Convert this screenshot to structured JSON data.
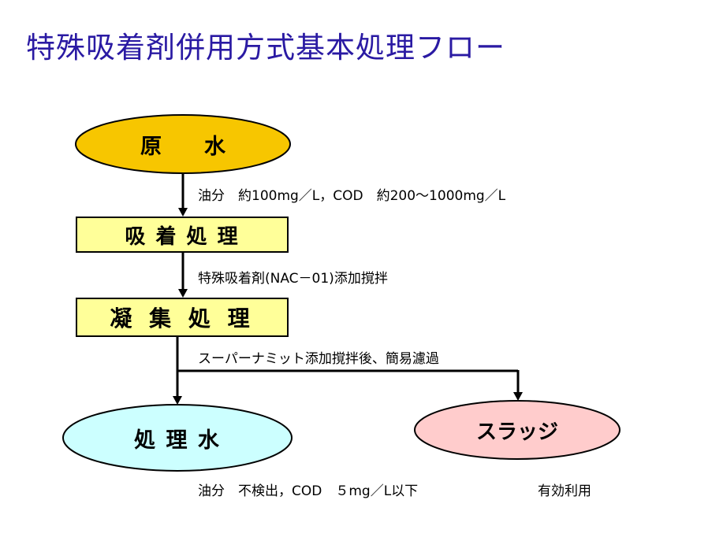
{
  "title": "特殊吸着剤併用方式基本処理フロー",
  "nodes": {
    "raw_water": {
      "label": "原　　水",
      "fill": "#f7c600"
    },
    "adsorption": {
      "label": "吸 着 処 理",
      "fill": "#ffff99"
    },
    "coagulation": {
      "label": "凝 集 処 理",
      "fill": "#ffff99"
    },
    "treated_water": {
      "label": "処 理 水",
      "fill": "#ccffff"
    },
    "sludge": {
      "label": "スラッジ",
      "fill": "#ffcccc"
    }
  },
  "edges": {
    "raw_to_adsorption": "油分　約100mg／L，COD　約200～1000mg／L",
    "adsorption_to_coagulation": "特殊吸着剤(NAC－01)添加撹拌",
    "coagulation_split": "スーパーナミット添加撹拌後、簡易濾過"
  },
  "notes": {
    "treated_water": "油分　不検出，COD　５mg／L以下",
    "sludge": "有効利用"
  }
}
